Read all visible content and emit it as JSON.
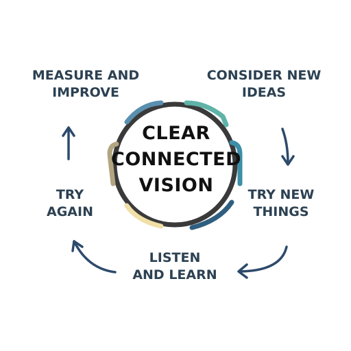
{
  "center": {
    "lines": [
      "CLEAR",
      "CONNECTED",
      "VISION"
    ]
  },
  "steps": [
    {
      "lines": [
        "CONSIDER NEW",
        "IDEAS"
      ]
    },
    {
      "lines": [
        "TRY NEW",
        "THINGS"
      ]
    },
    {
      "lines": [
        "LISTEN",
        "AND LEARN"
      ]
    },
    {
      "lines": [
        "TRY",
        "AGAIN"
      ]
    },
    {
      "lines": [
        "MEASURE AND",
        "IMPROVE"
      ]
    }
  ],
  "colors": {
    "text": "#2c4152",
    "arrow": "#2c4a6b",
    "ring_dark": "#3a3a3a",
    "segment_teal": "#5fb3a8",
    "segment_blue": "#3d8fa8",
    "segment_navy": "#2f5f80",
    "segment_cream": "#f0e0a8",
    "segment_tan": "#b3a580",
    "segment_steel": "#5a8fb0"
  },
  "icons": [
    "arrow-down-icon",
    "arrow-curve-left-icon",
    "arrow-up-icon"
  ]
}
